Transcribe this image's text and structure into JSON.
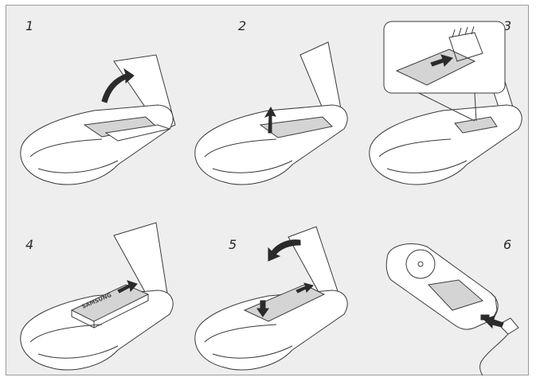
{
  "steps": [
    {
      "number": "1",
      "action": "open-cover-arrow"
    },
    {
      "number": "2",
      "action": "lift-tab-arrow"
    },
    {
      "number": "3",
      "action": "insert-sim-arrow"
    },
    {
      "number": "4",
      "action": "insert-battery-arrow"
    },
    {
      "number": "5",
      "action": "close-cover-arrow"
    },
    {
      "number": "6",
      "action": "connect-cable-arrow"
    }
  ],
  "battery_brand": "SAMSUNG"
}
